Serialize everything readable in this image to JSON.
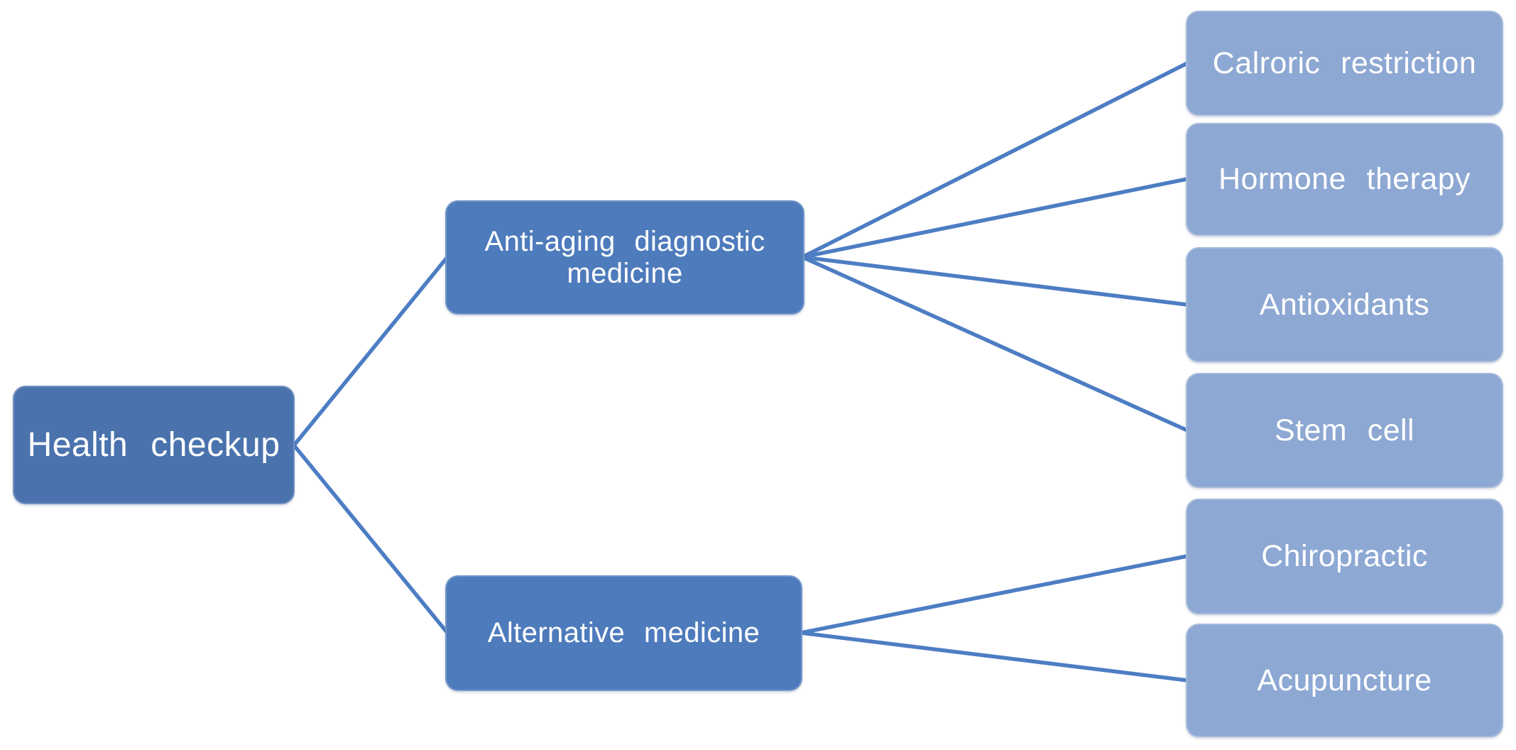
{
  "diagram": {
    "type": "hierarchy-tree",
    "background": "#ffffff",
    "colors": {
      "root_fill": "#4a73ae",
      "branch_fill": "#4e7bbc",
      "leaf_fill": "#8da8d3",
      "connector": "#4d7dc3",
      "text": "#ffffff"
    },
    "root": {
      "label": "Health checkup"
    },
    "branches": [
      {
        "label": "Anti-aging diagnostic medicine",
        "children": [
          {
            "label": "Calroric restriction"
          },
          {
            "label": "Hormone therapy"
          },
          {
            "label": "Antioxidants"
          },
          {
            "label": "Stem cell"
          }
        ]
      },
      {
        "label": "Alternative medicine",
        "children": [
          {
            "label": "Chiropractic"
          },
          {
            "label": "Acupuncture"
          }
        ]
      }
    ]
  }
}
